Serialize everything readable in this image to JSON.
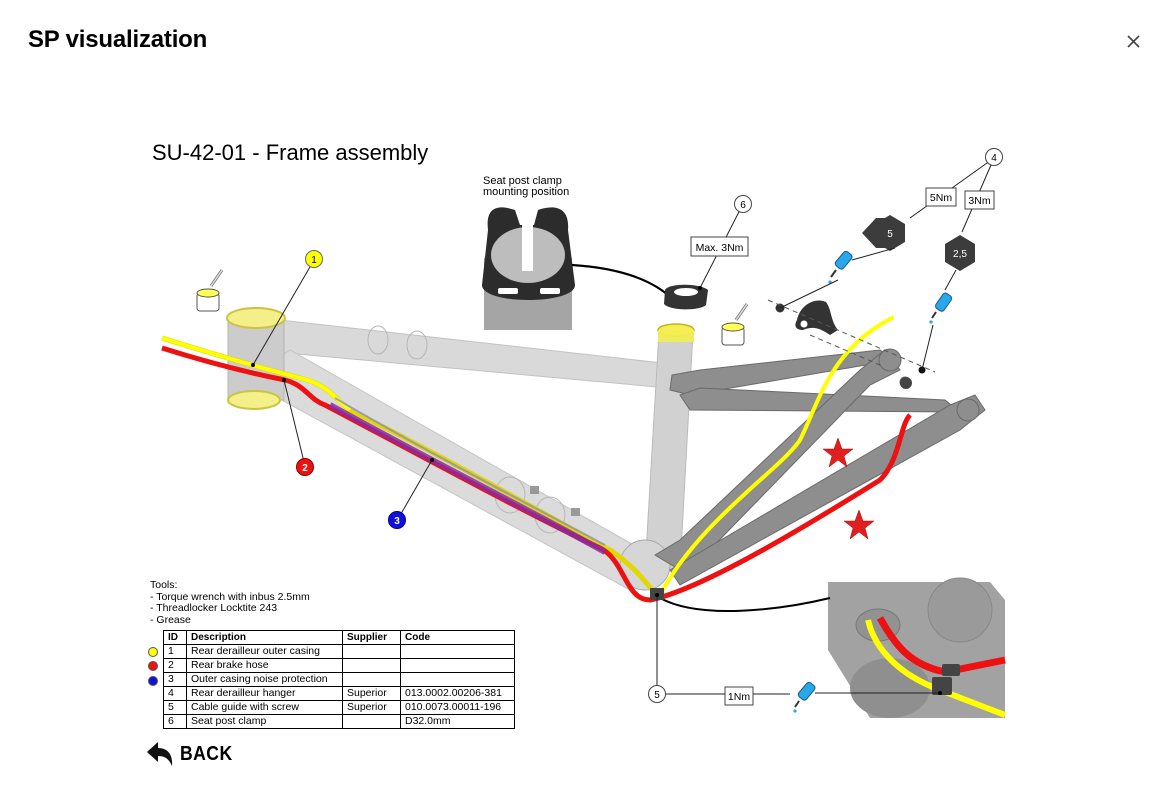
{
  "modal": {
    "title": "SP visualization",
    "close_icon": "close-icon"
  },
  "diagram": {
    "title": "SU-42-01 - Frame assembly",
    "clamp_caption_line1": "Seat post clamp",
    "clamp_caption_line2": "mounting position",
    "callouts": [
      {
        "id": "1",
        "color": "#ffff00",
        "text_color": "#000000"
      },
      {
        "id": "2",
        "color": "#ee1111",
        "text_color": "#ffffff"
      },
      {
        "id": "3",
        "color": "#1010dd",
        "text_color": "#ffffff"
      },
      {
        "id": "4",
        "color": "#ffffff",
        "text_color": "#000000"
      },
      {
        "id": "5",
        "color": "#ffffff",
        "text_color": "#000000"
      },
      {
        "id": "6",
        "color": "#ffffff",
        "text_color": "#000000"
      }
    ],
    "torque_labels": {
      "clamp": "Max. 3Nm",
      "hanger_a": "5Nm",
      "hanger_b": "3Nm",
      "cable_guide": "1Nm"
    },
    "hex_keys": {
      "a": "5",
      "b": "2,5"
    },
    "icons": [
      "grease-icon",
      "threadlocker-icon",
      "star-icon",
      "seat-post-clamp-icon",
      "derailleur-hanger-icon"
    ]
  },
  "tools": {
    "heading": "Tools:",
    "items": [
      "- Torque wrench with inbus 2.5mm",
      "- Threadlocker Locktite 243",
      "- Grease"
    ]
  },
  "table": {
    "headers": {
      "id": "ID",
      "description": "Description",
      "supplier": "Supplier",
      "code": "Code"
    },
    "rows": [
      {
        "id": "1",
        "description": "Rear derailleur outer casing",
        "supplier": "",
        "code": "",
        "legend_color": "#ffff00"
      },
      {
        "id": "2",
        "description": "Rear brake hose",
        "supplier": "",
        "code": "",
        "legend_color": "#ee1111"
      },
      {
        "id": "3",
        "description": "Outer casing noise protection",
        "supplier": "",
        "code": "",
        "legend_color": "#1010dd"
      },
      {
        "id": "4",
        "description": "Rear derailleur hanger",
        "supplier": "Superior",
        "code": "013.0002.00206-381",
        "legend_color": ""
      },
      {
        "id": "5",
        "description": "Cable guide with screw",
        "supplier": "Superior",
        "code": "010.0073.00011-196",
        "legend_color": ""
      },
      {
        "id": "6",
        "description": "Seat post clamp",
        "supplier": "",
        "code": "D32.0mm",
        "legend_color": ""
      }
    ]
  },
  "back": {
    "label": "BACK"
  },
  "colors": {
    "derailleur_casing": "#ffff00",
    "brake_hose": "#ee1111",
    "noise_protection": "#1010dd",
    "frame_front": "#c8c8c8",
    "frame_rear": "#8c8c8c",
    "threadlocker": "#2aa7e8"
  }
}
